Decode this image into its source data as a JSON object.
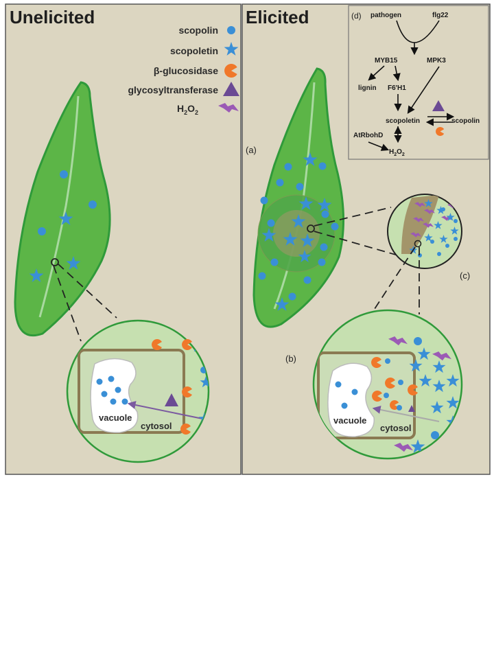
{
  "left_panel": {
    "title": "Unelicited"
  },
  "right_panel": {
    "title": "Elicited"
  },
  "legend": {
    "items": [
      {
        "label": "scopolin",
        "icon": "circle-icon",
        "color": "#3a8fd6"
      },
      {
        "label": "scopoletin",
        "icon": "star-icon",
        "color": "#3a8fd6"
      },
      {
        "label": "β-glucosidase",
        "icon": "pacman-icon",
        "color": "#f0782a"
      },
      {
        "label": "glycosyltransferase",
        "icon": "triangle-icon",
        "color": "#6b4a94"
      },
      {
        "label_main": "H",
        "label_sub1": "2",
        "label_mid": "O",
        "label_sub2": "2",
        "icon": "lightning-icon",
        "color": "#9b5ab5"
      }
    ]
  },
  "cell_labels": {
    "vacuole": "vacuole",
    "cytosol": "cytosol"
  },
  "panel_labels": {
    "a": "(a)",
    "b": "(b)",
    "c": "(c)",
    "d": "(d)"
  },
  "pathway": {
    "pathogen": "pathogen",
    "flg22": "flg22",
    "myb15": "MYB15",
    "mpk3": "MPK3",
    "lignin": "lignin",
    "f6h1": "F6'H1",
    "scopoletin": "scopoletin",
    "scopolin": "scopolin",
    "atrbohd": "AtRbohD",
    "h2o2_main": "H",
    "h2o2_sub1": "2",
    "h2o2_mid": "O",
    "h2o2_sub2": "2"
  },
  "colors": {
    "panel_bg": "#dcd6c1",
    "leaf": "#5cb547",
    "leaf_edge": "#2f9a3a",
    "zoom_bg": "#c6e0b0",
    "cell_wall": "#8a7a52",
    "vacuole": "#ffffff"
  }
}
